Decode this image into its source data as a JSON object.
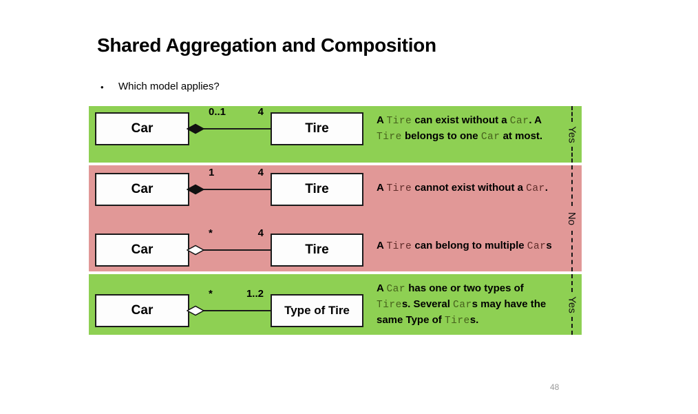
{
  "page": {
    "title": "Shared Aggregation and Composition",
    "bullet_marker": "•",
    "bullet": "Which model applies?",
    "page_number": "48"
  },
  "colors": {
    "green_band": "#8ed053",
    "red_band": "#e19897",
    "mono_text_on_green": "#46611c",
    "mono_text_on_red": "#5e2b28"
  },
  "bands": [
    {
      "verdict": "Yes",
      "rows": [
        {
          "left_class": "Car",
          "right_class": "Tire",
          "diamond": "filled",
          "mult_left": "0..1",
          "mult_right": "4",
          "description": [
            {
              "t": "A ",
              "mono": false
            },
            {
              "t": "Tire",
              "mono": true
            },
            {
              "t": " can exist without a ",
              "mono": false
            },
            {
              "t": "Car",
              "mono": true
            },
            {
              "t": ". A ",
              "mono": false
            },
            {
              "t": "Tire",
              "mono": true
            },
            {
              "t": " belongs to one ",
              "mono": false
            },
            {
              "t": "Car",
              "mono": true
            },
            {
              "t": " at most.",
              "mono": false
            }
          ]
        }
      ]
    },
    {
      "verdict": "No",
      "rows": [
        {
          "left_class": "Car",
          "right_class": "Tire",
          "diamond": "filled",
          "mult_left": "1",
          "mult_right": "4",
          "description": [
            {
              "t": "A ",
              "mono": false
            },
            {
              "t": "Tire",
              "mono": true
            },
            {
              "t": " cannot exist without a ",
              "mono": false
            },
            {
              "t": "Car",
              "mono": true
            },
            {
              "t": ".",
              "mono": false
            }
          ]
        },
        {
          "left_class": "Car",
          "right_class": "Tire",
          "diamond": "hollow",
          "mult_left": "*",
          "mult_right": "4",
          "description": [
            {
              "t": "A ",
              "mono": false
            },
            {
              "t": "Tire",
              "mono": true
            },
            {
              "t": " can belong to multiple ",
              "mono": false
            },
            {
              "t": "Car",
              "mono": true
            },
            {
              "t": "s",
              "mono": false
            }
          ]
        }
      ]
    },
    {
      "verdict": "Yes",
      "rows": [
        {
          "left_class": "Car",
          "right_class": "Type of Tire",
          "diamond": "hollow",
          "mult_left": "*",
          "mult_right": "1..2",
          "description": [
            {
              "t": "A ",
              "mono": false
            },
            {
              "t": "Car",
              "mono": true
            },
            {
              "t": " has one or two types of ",
              "mono": false
            },
            {
              "t": "Tire",
              "mono": true
            },
            {
              "t": "s. Several ",
              "mono": false
            },
            {
              "t": "Car",
              "mono": true
            },
            {
              "t": "s may have the same Type of ",
              "mono": false
            },
            {
              "t": "Tire",
              "mono": true
            },
            {
              "t": "s.",
              "mono": false
            }
          ]
        }
      ]
    }
  ]
}
